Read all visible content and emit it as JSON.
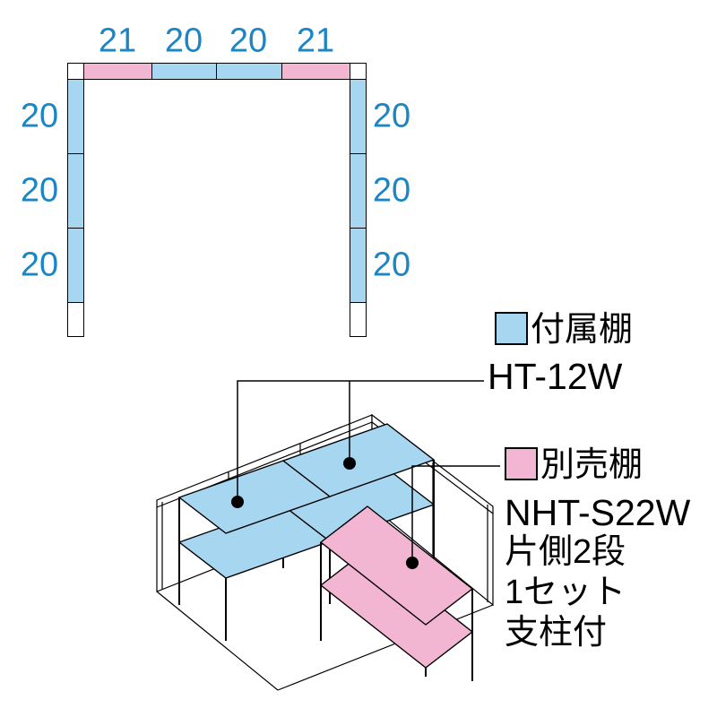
{
  "plan_view": {
    "top_dimensions": [
      {
        "label": "21",
        "color": "pink"
      },
      {
        "label": "20",
        "color": "blue"
      },
      {
        "label": "20",
        "color": "blue"
      },
      {
        "label": "21",
        "color": "pink"
      }
    ],
    "left_dimensions": [
      "20",
      "20",
      "20"
    ],
    "right_dimensions": [
      "20",
      "20",
      "20"
    ]
  },
  "legend": {
    "included_shelf": {
      "name": "付属棚",
      "model": "HT-12W"
    },
    "optional_shelf": {
      "name": "別売棚",
      "model": "NHT-S22W",
      "details": [
        "片側2段",
        "1セット",
        "支柱付"
      ]
    }
  },
  "colors": {
    "shelf_blue": "#a7d6f0",
    "shelf_pink": "#f3b6d2",
    "dimension_text": "#1b86c5",
    "outline": "#000000"
  }
}
